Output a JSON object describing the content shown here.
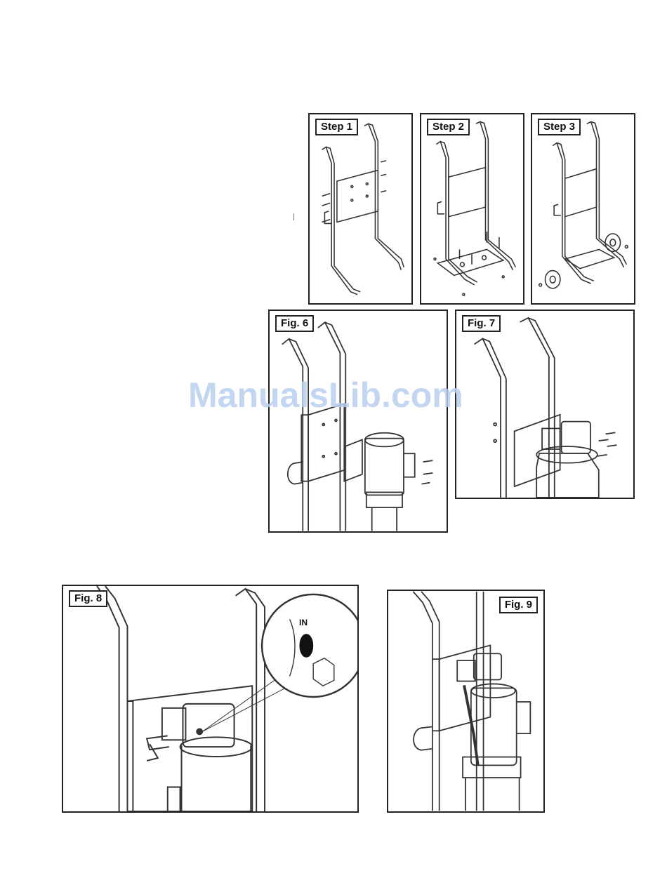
{
  "watermark": "ManualsLib.com",
  "panels": {
    "step1": {
      "label": "Step 1"
    },
    "step2": {
      "label": "Step 2"
    },
    "step3": {
      "label": "Step 3"
    },
    "fig6": {
      "label": "Fig. 6"
    },
    "fig7": {
      "label": "Fig. 7"
    },
    "fig8": {
      "label": "Fig. 8",
      "callout_text": "IN"
    },
    "fig9": {
      "label": "Fig. 9"
    }
  }
}
